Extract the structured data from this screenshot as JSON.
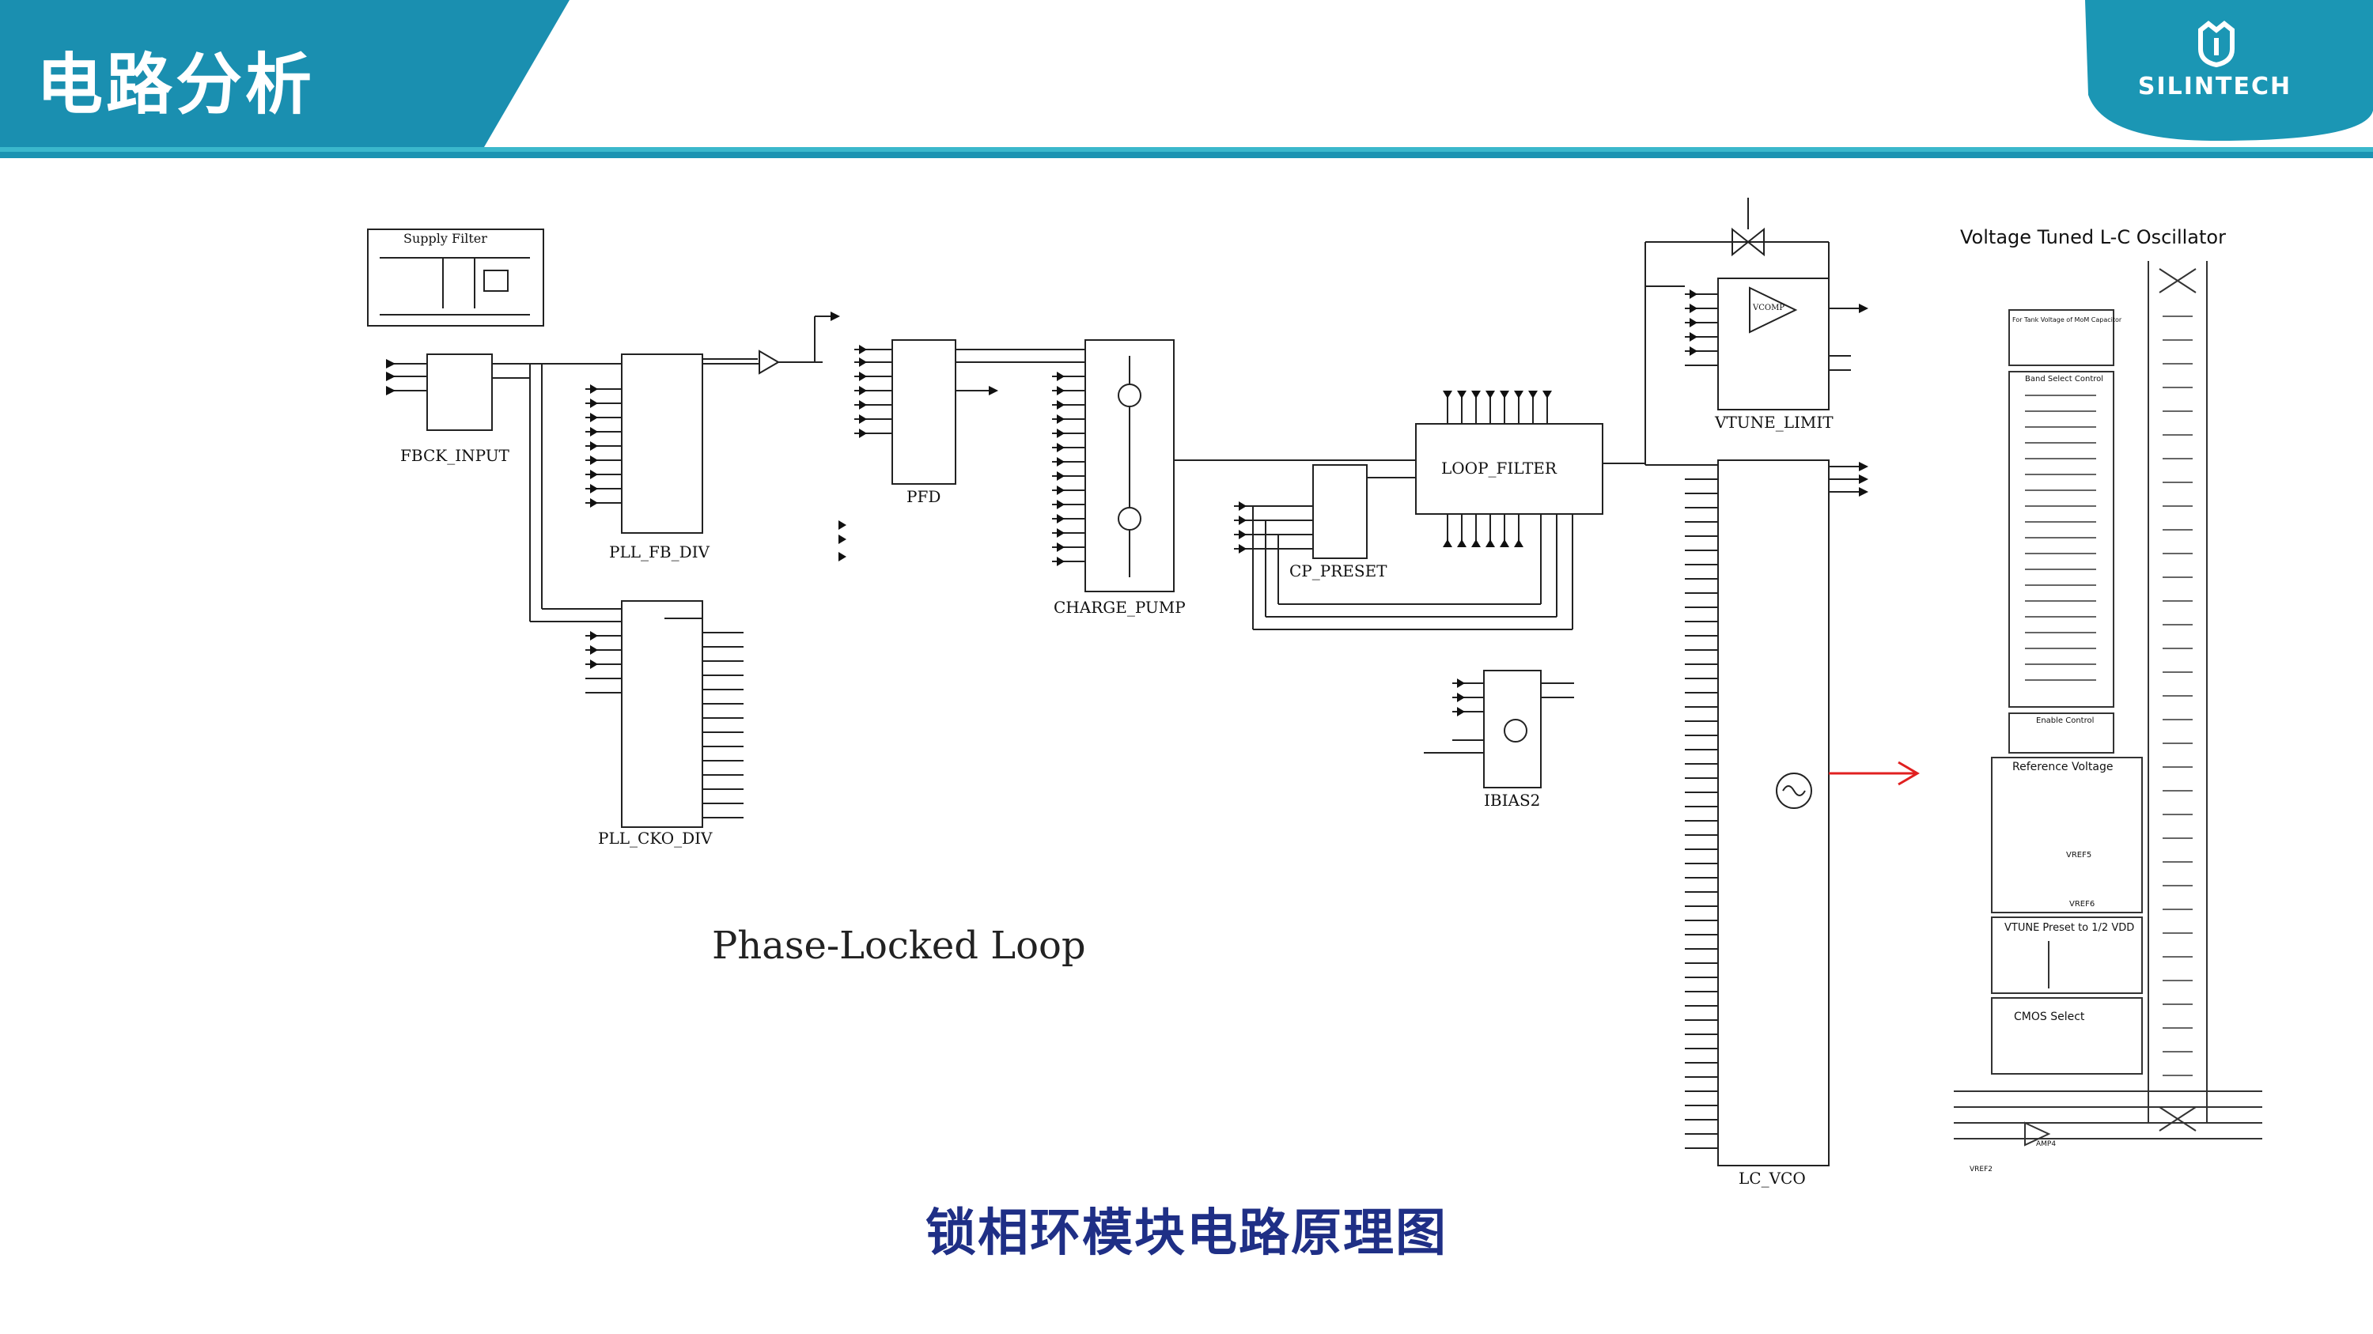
{
  "header": {
    "title": "电路分析",
    "logo_text": "SILINTECH",
    "colors": {
      "band": "#1a90b0",
      "band_dark": "#0e6f8f",
      "accent_stripe": "#3bb6c8"
    }
  },
  "schematic": {
    "pll_label": "Phase-Locked Loop",
    "blocks": {
      "supply_filter": "Supply Filter",
      "fbck_input": "FBCK_INPUT",
      "pll_fb_div": "PLL_FB_DIV",
      "pll_cko_div": "PLL_CKO_DIV",
      "pfd": "PFD",
      "charge_pump": "CHARGE_PUMP",
      "cp_preset": "CP_PRESET",
      "loop_filter": "LOOP_FILTER",
      "ibias2": "IBIAS2",
      "vtune_limit": "VTUNE_LIMIT",
      "vcomp": "VCOMP",
      "lc_vco": "LC_VCO"
    },
    "oscillator": {
      "title": "Voltage Tuned L-C Oscillator",
      "sections": {
        "fine_tune": "For Tank Voltage of MoM Capacitor",
        "band_select": "Band Select Control",
        "enable": "Enable Control",
        "reference": "Reference Voltage",
        "vref5": "VREF5",
        "vref6": "VREF6",
        "vtune_preset": "VTUNE Preset to 1/2 VDD",
        "cmos_select": "CMOS Select",
        "amp4": "AMP4",
        "vref2": "VREF2"
      }
    },
    "arrow_color": "#e02020"
  },
  "caption": "锁相环模块电路原理图"
}
